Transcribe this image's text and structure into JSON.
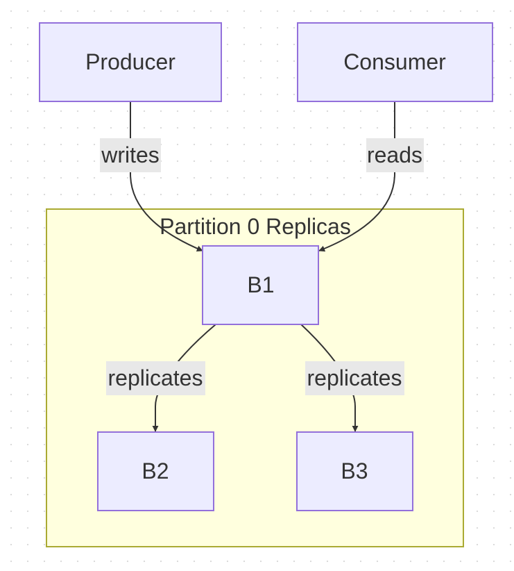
{
  "diagram": {
    "nodes": {
      "producer": {
        "label": "Producer"
      },
      "consumer": {
        "label": "Consumer"
      },
      "b1": {
        "label": "B1"
      },
      "b2": {
        "label": "B2"
      },
      "b3": {
        "label": "B3"
      }
    },
    "cluster": {
      "label": "Partition 0 Replicas"
    },
    "edges": {
      "producer_b1": {
        "from": "Producer",
        "to": "B1",
        "label": "writes"
      },
      "consumer_b1": {
        "from": "Consumer",
        "to": "B1",
        "label": "reads"
      },
      "b1_b2": {
        "from": "B1",
        "to": "B2",
        "label": "replicates"
      },
      "b1_b3": {
        "from": "B1",
        "to": "B3",
        "label": "replicates"
      }
    },
    "colors": {
      "node_fill": "#ececff",
      "node_stroke": "#9370db",
      "cluster_fill": "#ffffde",
      "cluster_stroke": "#aaaa33",
      "edge_stroke": "#333333",
      "edge_label_bg": "#e8e8e8",
      "text": "#333333"
    }
  }
}
